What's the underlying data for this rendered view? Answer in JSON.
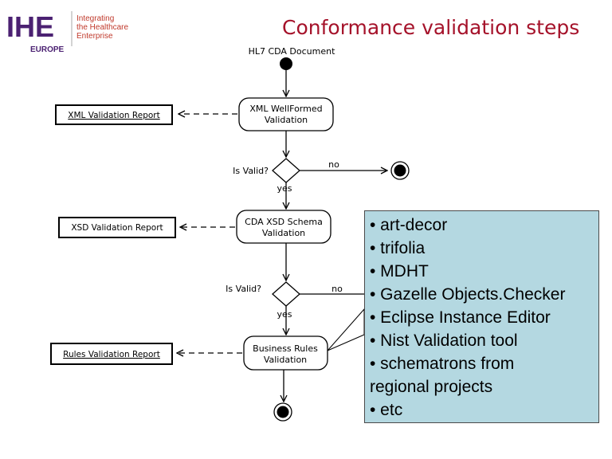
{
  "logo": {
    "mark": "IHE",
    "tagline": [
      "Integrating",
      "the Healthcare",
      "Enterprise"
    ],
    "region": "EUROPE"
  },
  "title": "Conformance validation steps",
  "diagram": {
    "start_label": "HL7 CDA Document",
    "steps": [
      {
        "label_lines": [
          "XML WellFormed",
          "Validation"
        ],
        "report": "XML Validation Report"
      },
      {
        "label_lines": [
          "CDA XSD Schema",
          "Validation"
        ],
        "report": "XSD Validation Report"
      },
      {
        "label_lines": [
          "Business Rules",
          "Validation"
        ],
        "report": "Rules Validation Report"
      }
    ],
    "decisions": [
      {
        "question": "Is Valid?",
        "yes": "yes",
        "no": "no"
      },
      {
        "question": "Is Valid?",
        "yes": "yes",
        "no": "no"
      }
    ]
  },
  "tools": [
    "• art-decor",
    "• trifolia",
    "• MDHT",
    "• Gazelle Objects.Checker",
    "• Eclipse Instance Editor",
    "• Nist Validation tool",
    "• schematrons from",
    "regional projects",
    "• etc"
  ],
  "colors": {
    "title": "#a5122a",
    "logo_mark": "#4b2172",
    "callout_bg": "#b4d8e1"
  }
}
